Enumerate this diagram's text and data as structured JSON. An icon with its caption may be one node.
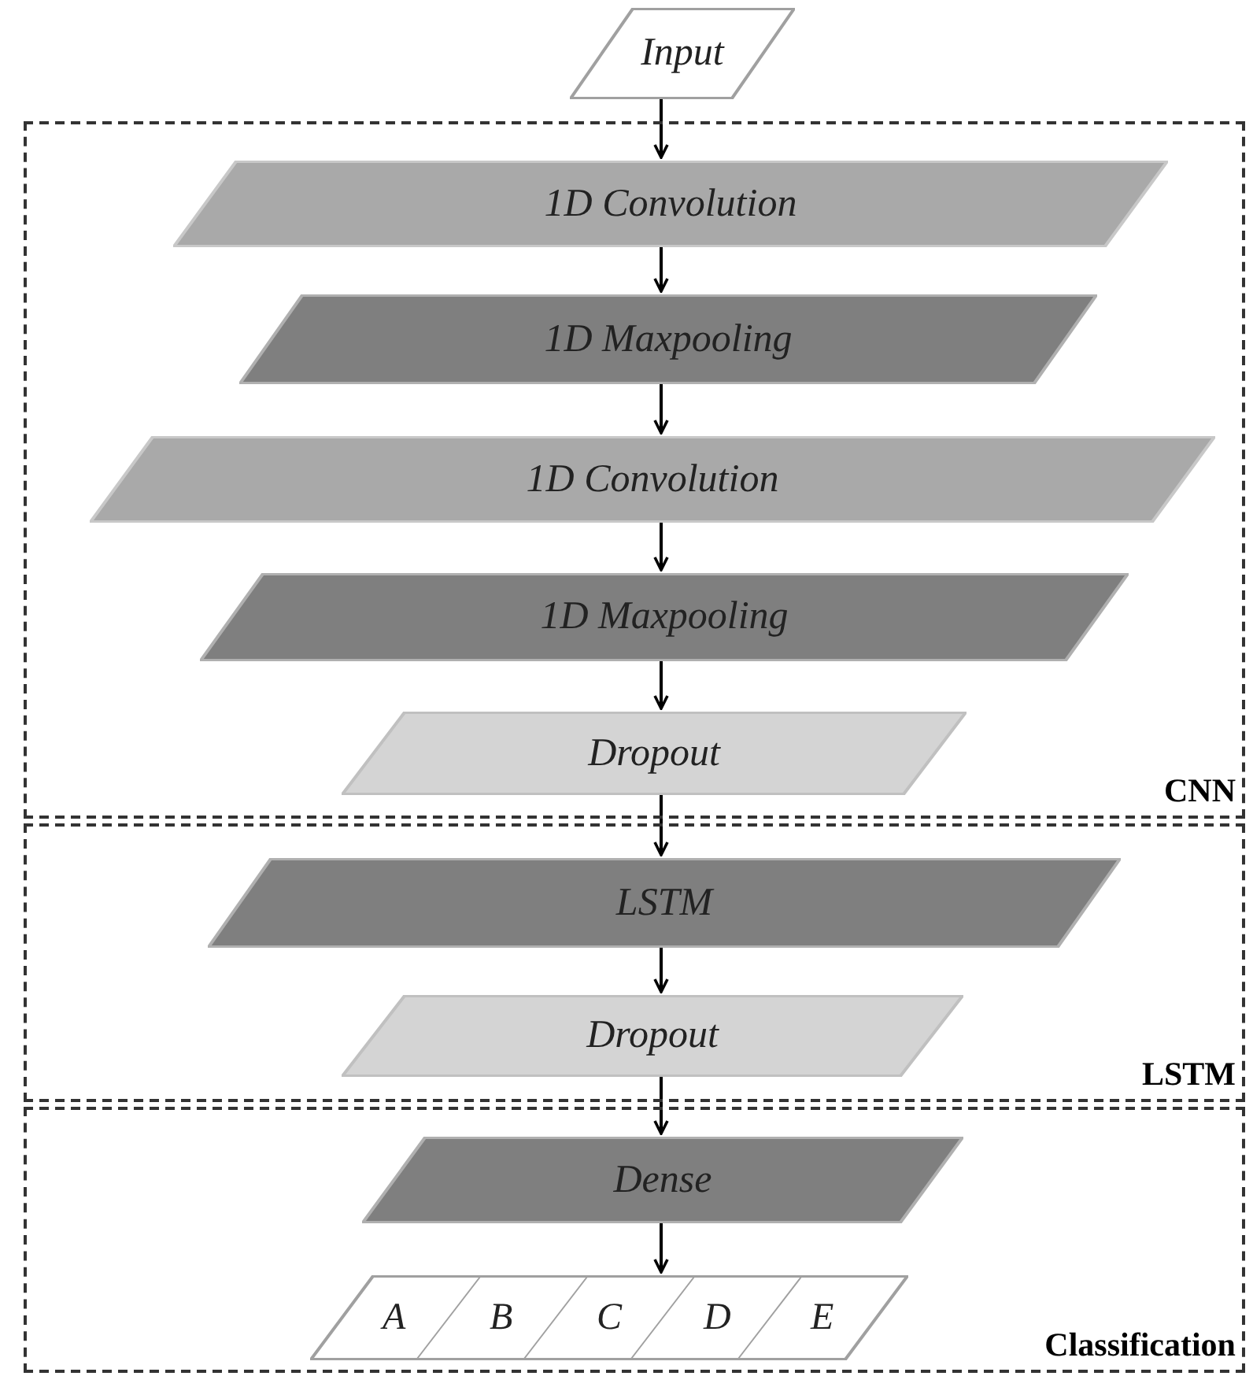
{
  "diagram": {
    "nodes": [
      {
        "text": [
          "Input"
        ]
      },
      {
        "text": [
          "CNN"
        ]
      },
      {
        "text": [
          "1D Convolution"
        ],
        "in": 1
      },
      {
        "text": [
          "1D Maxpooling"
        ],
        "in": 1
      },
      {
        "text": [
          "1D Convolution"
        ],
        "in": 1
      },
      {
        "text": [
          "1D Maxpooling"
        ],
        "in": 1
      },
      {
        "text": [
          "Dropout"
        ],
        "in": 1
      },
      {
        "text": [
          "LSTM"
        ]
      },
      {
        "text": [
          "LSTM"
        ],
        "in": 7
      },
      {
        "text": [
          "Dropout"
        ],
        "in": 7
      },
      {
        "text": [
          "Classification"
        ]
      },
      {
        "text": [
          "Dense"
        ],
        "in": 10
      },
      {
        "text": [
          "A",
          "B",
          "C",
          "D",
          "E"
        ],
        "in": 10
      }
    ],
    "edges": [
      {
        "from": 0,
        "to": 2,
        "arrow": "to"
      },
      {
        "from": 2,
        "to": 3,
        "arrow": "to"
      },
      {
        "from": 3,
        "to": 4,
        "arrow": "to"
      },
      {
        "from": 4,
        "to": 5,
        "arrow": "to"
      },
      {
        "from": 5,
        "to": 6,
        "arrow": "to"
      },
      {
        "from": 6,
        "to": 8,
        "arrow": "to"
      },
      {
        "from": 8,
        "to": 9,
        "arrow": "to"
      },
      {
        "from": 9,
        "to": 11,
        "arrow": "to"
      },
      {
        "from": 11,
        "to": 12,
        "arrow": "to"
      }
    ]
  }
}
